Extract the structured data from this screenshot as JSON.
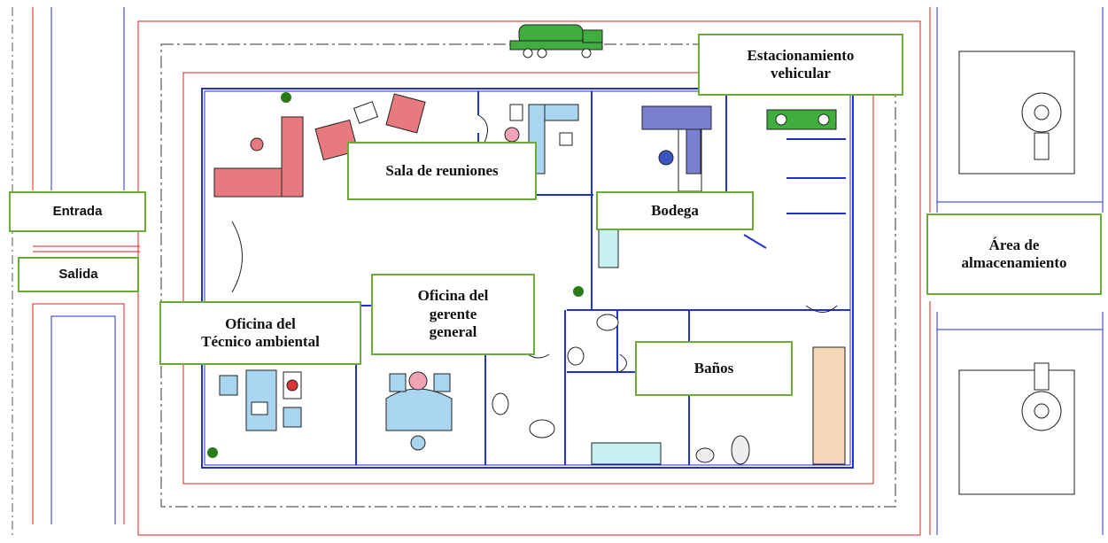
{
  "labels": {
    "estacionamiento": "Estacionamiento\nvehicular",
    "sala_reuniones": "Sala de reuniones",
    "bodega": "Bodega",
    "entrada": "Entrada",
    "salida": "Salida",
    "area_almacenamiento": "Área de\nalmacenamiento",
    "oficina_gerente": "Oficina del\ngerente\ngeneral",
    "oficina_tecnico": "Oficina del\nTécnico ambiental",
    "banos": "Baños"
  },
  "colors": {
    "wall_blue": "#2233cc",
    "line_red": "#dd2222",
    "label_border": "#6aab3c",
    "furniture_red": "#e8797f",
    "furniture_light_blue": "#a9d6ee",
    "truck_green": "#3fae3f"
  }
}
